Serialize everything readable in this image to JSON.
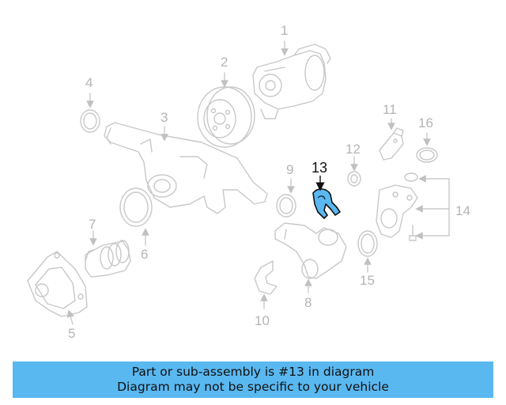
{
  "diagram": {
    "part_numbers": [
      "1",
      "2",
      "3",
      "4",
      "5",
      "6",
      "7",
      "8",
      "9",
      "10",
      "11",
      "12",
      "13",
      "14",
      "15",
      "16"
    ],
    "highlighted_part": "13",
    "colors": {
      "parts": "#c8c8c8",
      "highlight_fill": "#5ab8f0",
      "highlight_stroke": "#111111",
      "banner": "#5ab8f0"
    }
  },
  "banner": {
    "line1": "Part or sub-assembly is #13 in diagram",
    "line2": "Diagram may not be specific to your vehicle"
  }
}
